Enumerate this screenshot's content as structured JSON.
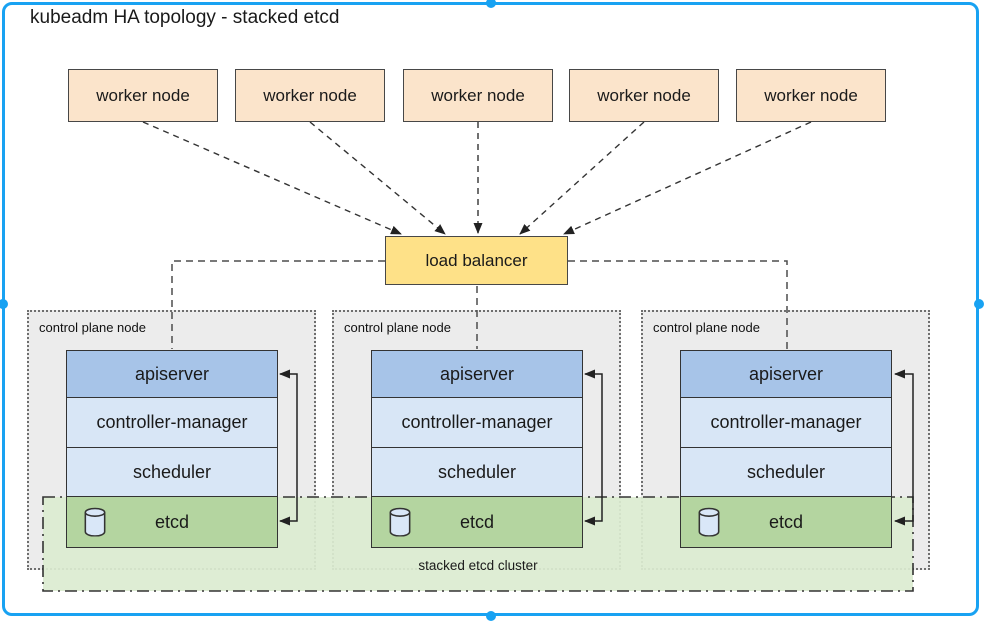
{
  "title": "kubeadm HA topology - stacked etcd",
  "workers": [
    {
      "label": "worker node"
    },
    {
      "label": "worker node"
    },
    {
      "label": "worker node"
    },
    {
      "label": "worker node"
    },
    {
      "label": "worker node"
    }
  ],
  "load_balancer": {
    "label": "load balancer"
  },
  "control_planes": [
    {
      "label": "control plane node",
      "components": {
        "apiserver": "apiserver",
        "controller_manager": "controller-manager",
        "scheduler": "scheduler",
        "etcd": "etcd"
      }
    },
    {
      "label": "control plane node",
      "components": {
        "apiserver": "apiserver",
        "controller_manager": "controller-manager",
        "scheduler": "scheduler",
        "etcd": "etcd"
      }
    },
    {
      "label": "control plane node",
      "components": {
        "apiserver": "apiserver",
        "controller_manager": "controller-manager",
        "scheduler": "scheduler",
        "etcd": "etcd"
      }
    }
  ],
  "etcd_cluster": {
    "label": "stacked etcd cluster"
  },
  "icons": {
    "etcd_icon": "database-cylinder-icon"
  },
  "colors": {
    "selection_frame": "#18a2f2",
    "worker_fill": "#fbe4cb",
    "load_balancer_fill": "#fee188",
    "apiserver_fill": "#a7c4e8",
    "component_fill": "#d8e6f6",
    "etcd_fill": "#b4d5a0",
    "etcd_cluster_fill": "#dcebd2",
    "control_plane_fill": "#ececec",
    "line_color": "#333333"
  }
}
